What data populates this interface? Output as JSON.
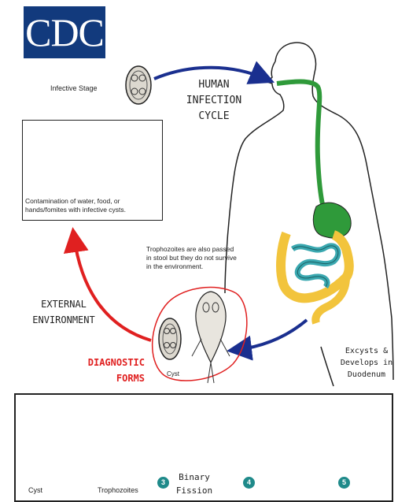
{
  "logo": {
    "text": "CDC"
  },
  "cycle": {
    "line1": "HUMAN",
    "line2": "INFECTION",
    "line3": "CYCLE"
  },
  "infective_stage": "Infective Stage",
  "contamination": "Contamination of water, food, or hands/fomites with infective cysts.",
  "trophozoite_note": "Trophozoites are also passed in stool but they do not survive in the environment.",
  "external": {
    "line1": "EXTERNAL",
    "line2": "ENVIRONMENT"
  },
  "diagnostic": {
    "line1": "DIAGNOSTIC",
    "line2": "FORMS"
  },
  "diagnostic_cyst": "Cyst",
  "excyst": {
    "line1": "Excysts &",
    "line2": "Develops in",
    "line3": "Duodenum"
  },
  "bottom": {
    "cyst": "Cyst",
    "trophozoites": "Trophozoites",
    "binary_line1": "Binary",
    "binary_line2": "Fission",
    "steps": [
      "3",
      "4",
      "5"
    ]
  },
  "colors": {
    "logo_bg": "#123a7d",
    "arrow_blue": "#1a2f8f",
    "arrow_red": "#e02020",
    "gut_green": "#2f9a3a",
    "gut_yellow": "#f2c43c",
    "gut_teal": "#3aa8b0",
    "step_teal": "#1f8a8a"
  }
}
